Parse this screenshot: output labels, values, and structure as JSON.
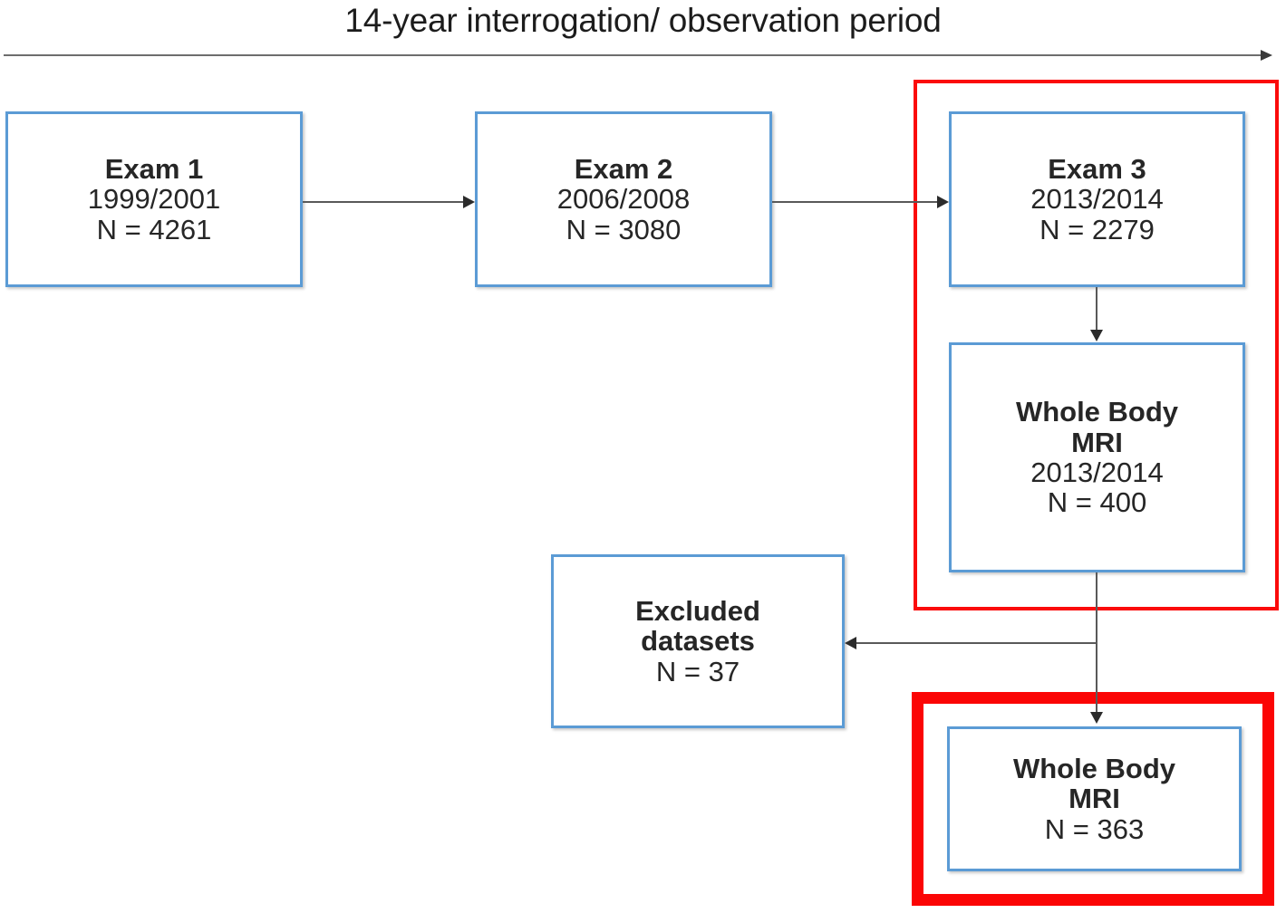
{
  "diagram": {
    "title": "14-year interrogation/ observation period",
    "accent_blue": "#5b9bd5",
    "accent_red": "#fb0b0b",
    "text_color": "#262626",
    "connector_color": "#595959"
  },
  "nodes": {
    "exam1": {
      "name": "Exam 1",
      "period": "1999/2001",
      "n": "N = 4261"
    },
    "exam2": {
      "name": "Exam 2",
      "period": "2006/2008",
      "n": "N = 3080"
    },
    "exam3": {
      "name": "Exam 3",
      "period": "2013/2014",
      "n": "N = 2279"
    },
    "mri_baseline": {
      "name_line1": "Whole Body",
      "name_line2": "MRI",
      "period": "2013/2014",
      "n": "N = 400"
    },
    "excluded": {
      "name_line1": "Excluded",
      "name_line2": "datasets",
      "n": "N = 37"
    },
    "mri_final": {
      "name_line1": "Whole Body",
      "name_line2": "MRI",
      "n": "N = 363"
    }
  },
  "edges": [
    {
      "id": "exam1-to-exam2",
      "label": ""
    },
    {
      "id": "exam2-to-exam3",
      "label": ""
    },
    {
      "id": "exam3-to-mri-baseline",
      "label": ""
    },
    {
      "id": "mri-baseline-to-mri-final",
      "label": ""
    },
    {
      "id": "mri-baseline-to-excluded",
      "label": ""
    }
  ],
  "highlights": [
    {
      "id": "exam3-mri-group-frame"
    },
    {
      "id": "mri-final-frame"
    }
  ]
}
